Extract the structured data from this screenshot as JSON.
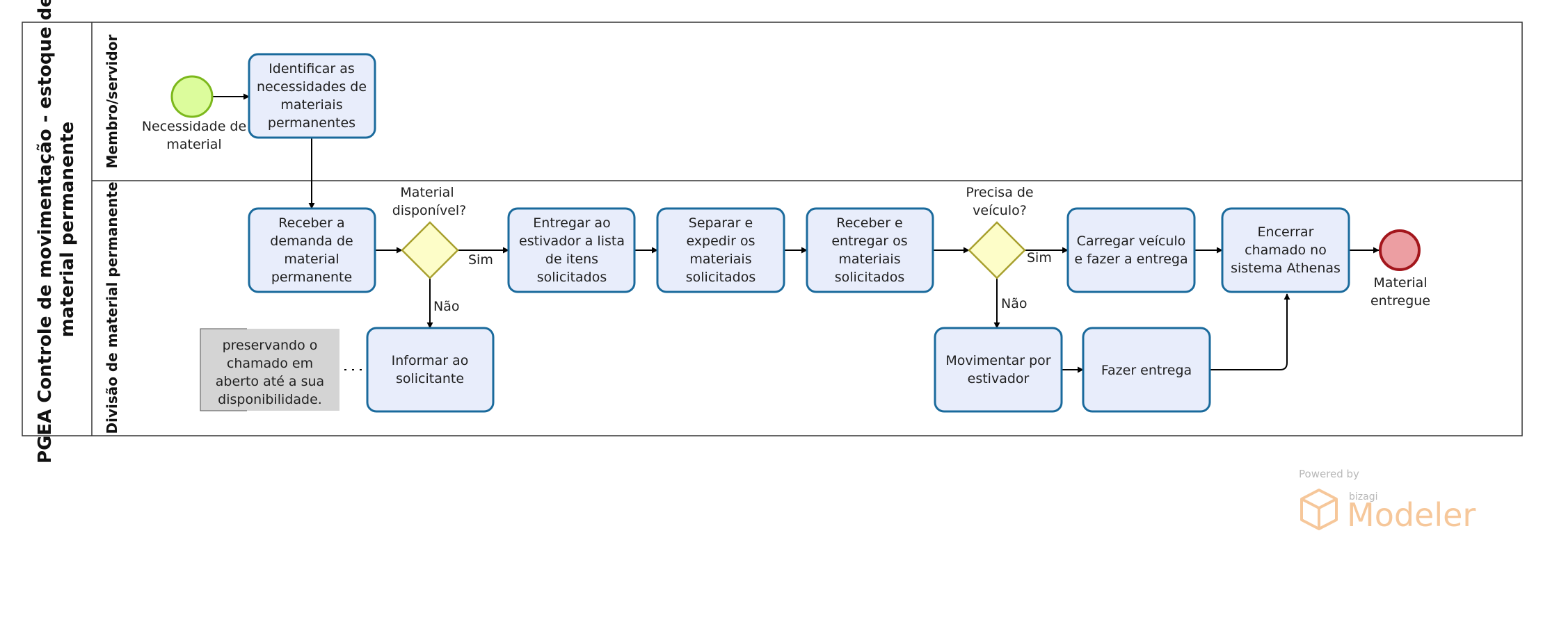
{
  "pool": {
    "title_line1": "PGEA Controle de movimentação - estoque de",
    "title_line2": "material permanente"
  },
  "lanes": {
    "lane1": "Membro/servidor",
    "lane2": "Divisão de material permanente"
  },
  "events": {
    "start_line1": "Necessidade de",
    "start_line2": "material",
    "end_line1": "Material",
    "end_line2": "entregue"
  },
  "tasks": {
    "identificar": [
      "Identificar as",
      "necessidades de",
      "materiais",
      "permanentes"
    ],
    "receber_demanda": [
      "Receber a",
      "demanda de",
      "material",
      "permanente"
    ],
    "entregar_estivador": [
      "Entregar ao",
      "estivador a lista",
      "de itens",
      "solicitados"
    ],
    "separar": [
      "Separar e",
      "expedir os",
      "materiais",
      "solicitados"
    ],
    "receber_entregar": [
      "Receber e",
      "entregar os",
      "materiais",
      "solicitados"
    ],
    "carregar": [
      "Carregar veículo",
      "e fazer a entrega"
    ],
    "encerrar": [
      "Encerrar",
      "chamado no",
      "sistema Athenas"
    ],
    "informar": [
      "Informar ao",
      "solicitante"
    ],
    "movimentar": [
      "Movimentar por",
      "estivador"
    ],
    "fazer_entrega": [
      "Fazer entrega"
    ]
  },
  "gateways": {
    "material_disponivel": [
      "Material",
      "disponível?"
    ],
    "precisa_veiculo": [
      "Precisa de",
      "veículo?"
    ]
  },
  "flow_labels": {
    "sim1": "Sim",
    "nao1": "Não",
    "sim2": "Sim",
    "nao2": "Não"
  },
  "annotation": [
    "preservando o",
    "chamado em",
    "aberto até a sua",
    "disponibilidade."
  ],
  "watermark": {
    "powered": "Powered by",
    "brand": "bizagi",
    "product": "Modeler"
  },
  "colors": {
    "task_fill": "#e8edfb",
    "task_stroke": "#1a6a9c",
    "gateway_fill": "#fdfdc8",
    "gateway_stroke": "#a8a02e",
    "start_fill": "#dcfc9c",
    "start_stroke": "#7cb81c",
    "end_fill": "#ec9ea2",
    "end_stroke": "#a3161c",
    "annotation_fill": "#d4d4d4"
  }
}
